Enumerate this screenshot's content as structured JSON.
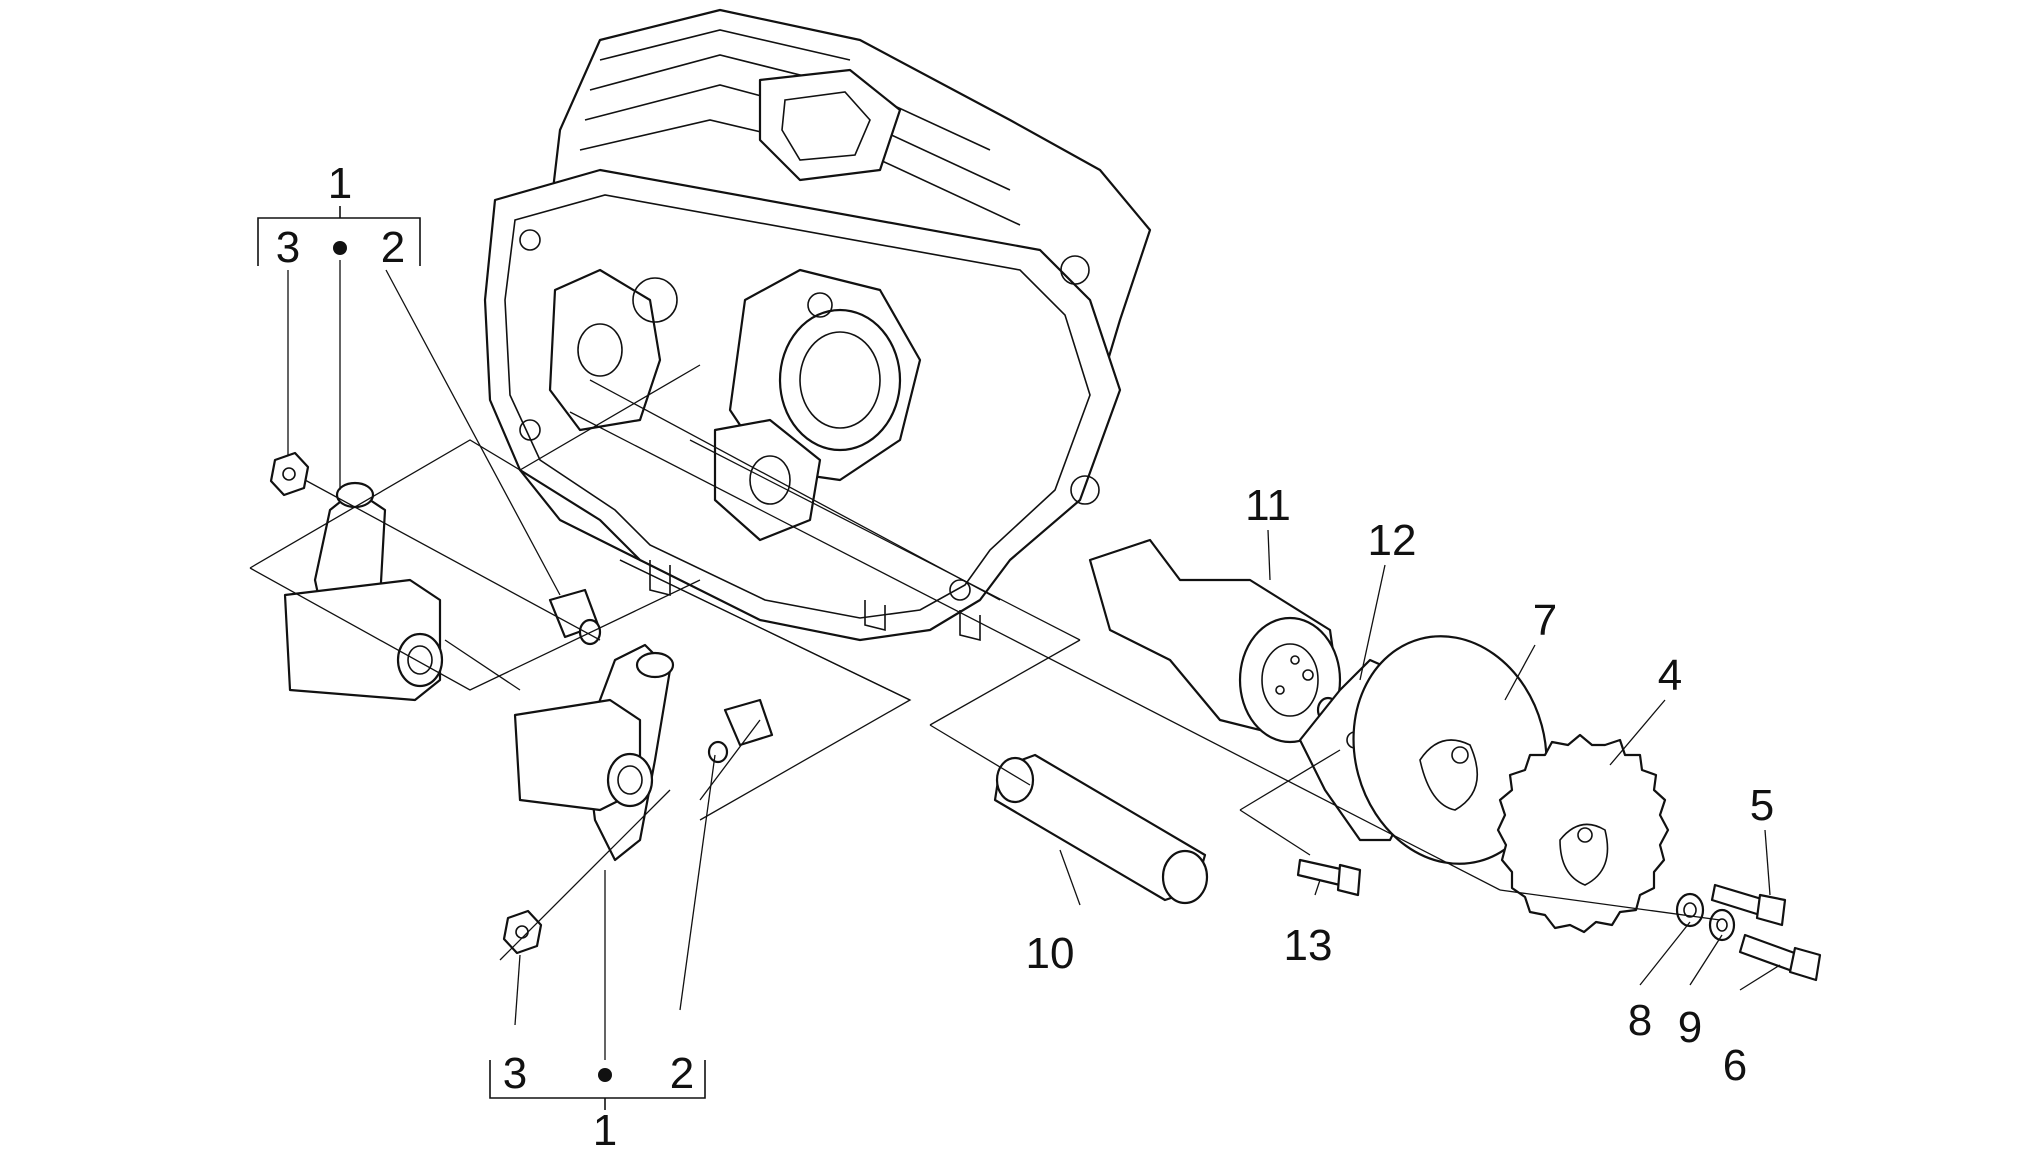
{
  "diagram": {
    "callouts": {
      "c1_top": "1",
      "c3_top": "3",
      "c2_top": "2",
      "c1_bottom": "1",
      "c3_bottom": "3",
      "c2_bottom": "2",
      "c4": "4",
      "c5": "5",
      "c6": "6",
      "c7": "7",
      "c8": "8",
      "c9": "9",
      "c10": "10",
      "c11": "11",
      "c12": "12",
      "c13": "13"
    }
  }
}
